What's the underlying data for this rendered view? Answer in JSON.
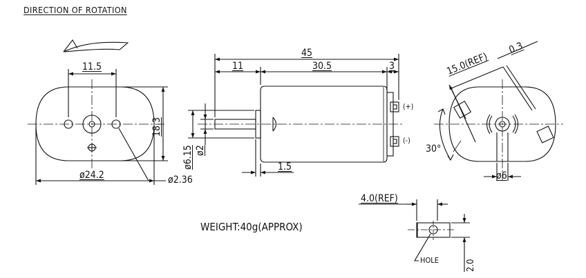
{
  "title": "DIRECTION OF ROTATION",
  "front_view": {
    "dim_hole_spacing": "11.5",
    "dim_height": "18.3",
    "dim_width": "ø24.2",
    "dim_hole": "ø2.36"
  },
  "side_view": {
    "dim_overall": "45",
    "dim_shaft": "11",
    "dim_body": "30.5",
    "dim_terminal": "3",
    "dim_boss": "ø6.15",
    "dim_shaft_dia": "ø2",
    "dim_boss_len": "1.5",
    "terminal_pos": "(+)",
    "terminal_neg": "(-)"
  },
  "rear_view": {
    "dim_ref": "15.0(REF)",
    "dim_thickness": "0.3",
    "dim_angle": "30°",
    "dim_bearing": "ø6"
  },
  "weight": "WEIGHT:40g(APPROX)",
  "terminal_detail": {
    "dim_ref": "4.0(REF)",
    "dim_width": "2.0",
    "hole_label": "HOLE"
  }
}
